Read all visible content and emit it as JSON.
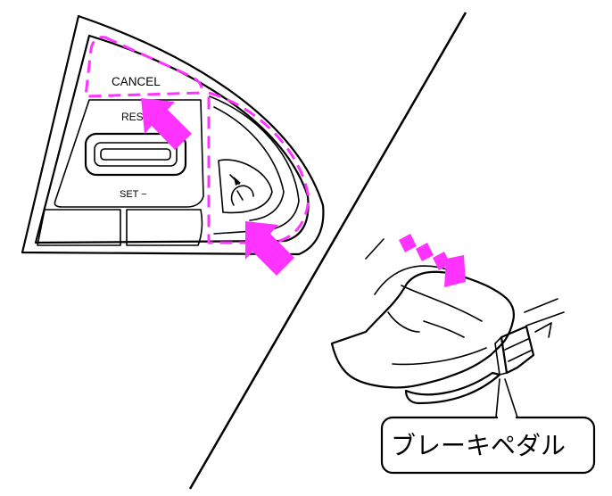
{
  "labels": {
    "cancel": "CANCEL",
    "res": "RES",
    "set": "SET −",
    "brake_pedal": "ブレーキペダル"
  },
  "icons": {
    "cruise_control": "cruise-control-icon",
    "arrow": "magenta-arrow"
  },
  "colors": {
    "accent": "#ff33ff",
    "line": "#000000",
    "background": "#ffffff"
  }
}
